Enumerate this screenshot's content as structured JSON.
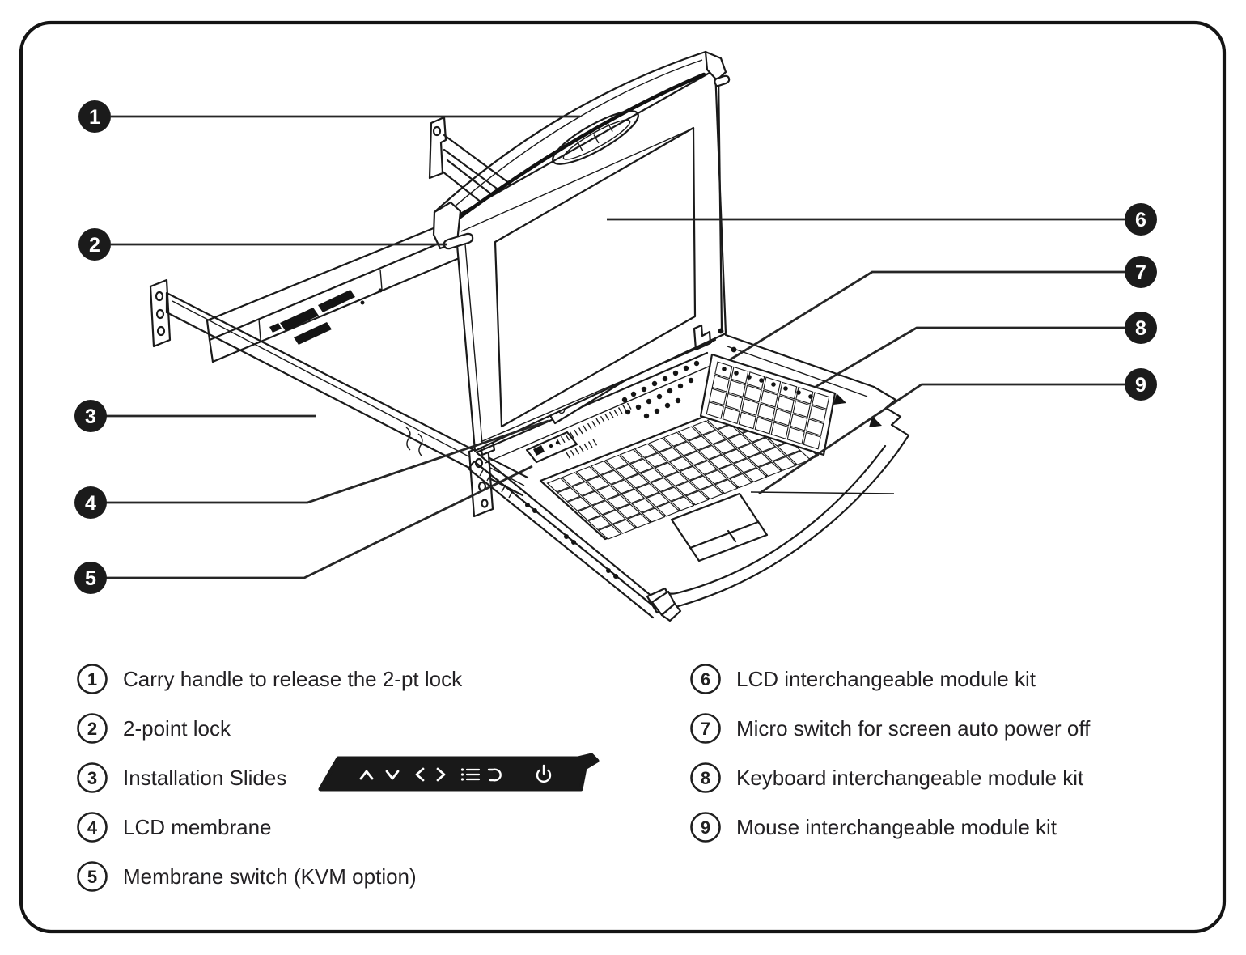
{
  "page": {
    "background": "#ffffff",
    "frame_color": "#141414"
  },
  "callouts": [
    {
      "num": "1",
      "label": "Carry handle to release the 2-pt lock"
    },
    {
      "num": "2",
      "label": "2-point lock"
    },
    {
      "num": "3",
      "label": "Installation Slides"
    },
    {
      "num": "4",
      "label": "LCD membrane"
    },
    {
      "num": "5",
      "label": "Membrane switch (KVM option)"
    },
    {
      "num": "6",
      "label": "LCD interchangeable module kit"
    },
    {
      "num": "7",
      "label": "Micro switch for screen auto power off"
    },
    {
      "num": "8",
      "label": "Keyboard interchangeable module kit"
    },
    {
      "num": "9",
      "label": "Mouse interchangeable module kit"
    }
  ],
  "membrane_strip": {
    "icons": [
      "up",
      "down",
      "left",
      "right",
      "menu",
      "return",
      "power"
    ]
  }
}
